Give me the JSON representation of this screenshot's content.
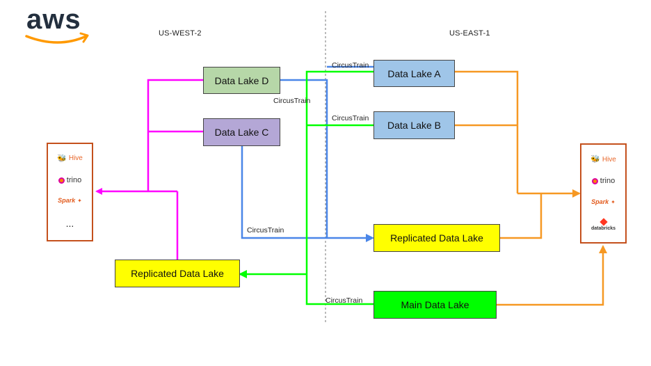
{
  "logo": {
    "text": "aws"
  },
  "regions": {
    "west": "US-WEST-2",
    "east": "US-EAST-1"
  },
  "nodes": {
    "lake_d": "Data Lake D",
    "lake_c": "Data Lake C",
    "lake_a": "Data Lake A",
    "lake_b": "Data Lake B",
    "replicated_east": "Replicated Data Lake",
    "replicated_west": "Replicated Data Lake",
    "main": "Main Data Lake"
  },
  "edge_labels": {
    "d_to_a": "CircusTrain",
    "d_down": "CircusTrain",
    "to_b": "CircusTrain",
    "c_to_replicated": "CircusTrain",
    "to_main": "CircusTrain"
  },
  "engines_west": {
    "hive": "Hive",
    "trino": "trino",
    "spark": "Spark",
    "more": "..."
  },
  "engines_east": {
    "hive": "Hive",
    "trino": "trino",
    "spark": "Spark",
    "databricks": "databricks"
  },
  "colors": {
    "magenta": "#ff00ff",
    "blue": "#4a86e8",
    "green": "#00ff00",
    "orange": "#f69822",
    "lake_d_fill": "#b6d7a8",
    "lake_c_fill": "#b4a7d6",
    "east_lake_fill": "#9fc5e8",
    "replicated_fill": "#ffff00",
    "main_fill": "#00ff00",
    "aws_smile": "#ff9900",
    "aws_text": "#232f3e"
  }
}
